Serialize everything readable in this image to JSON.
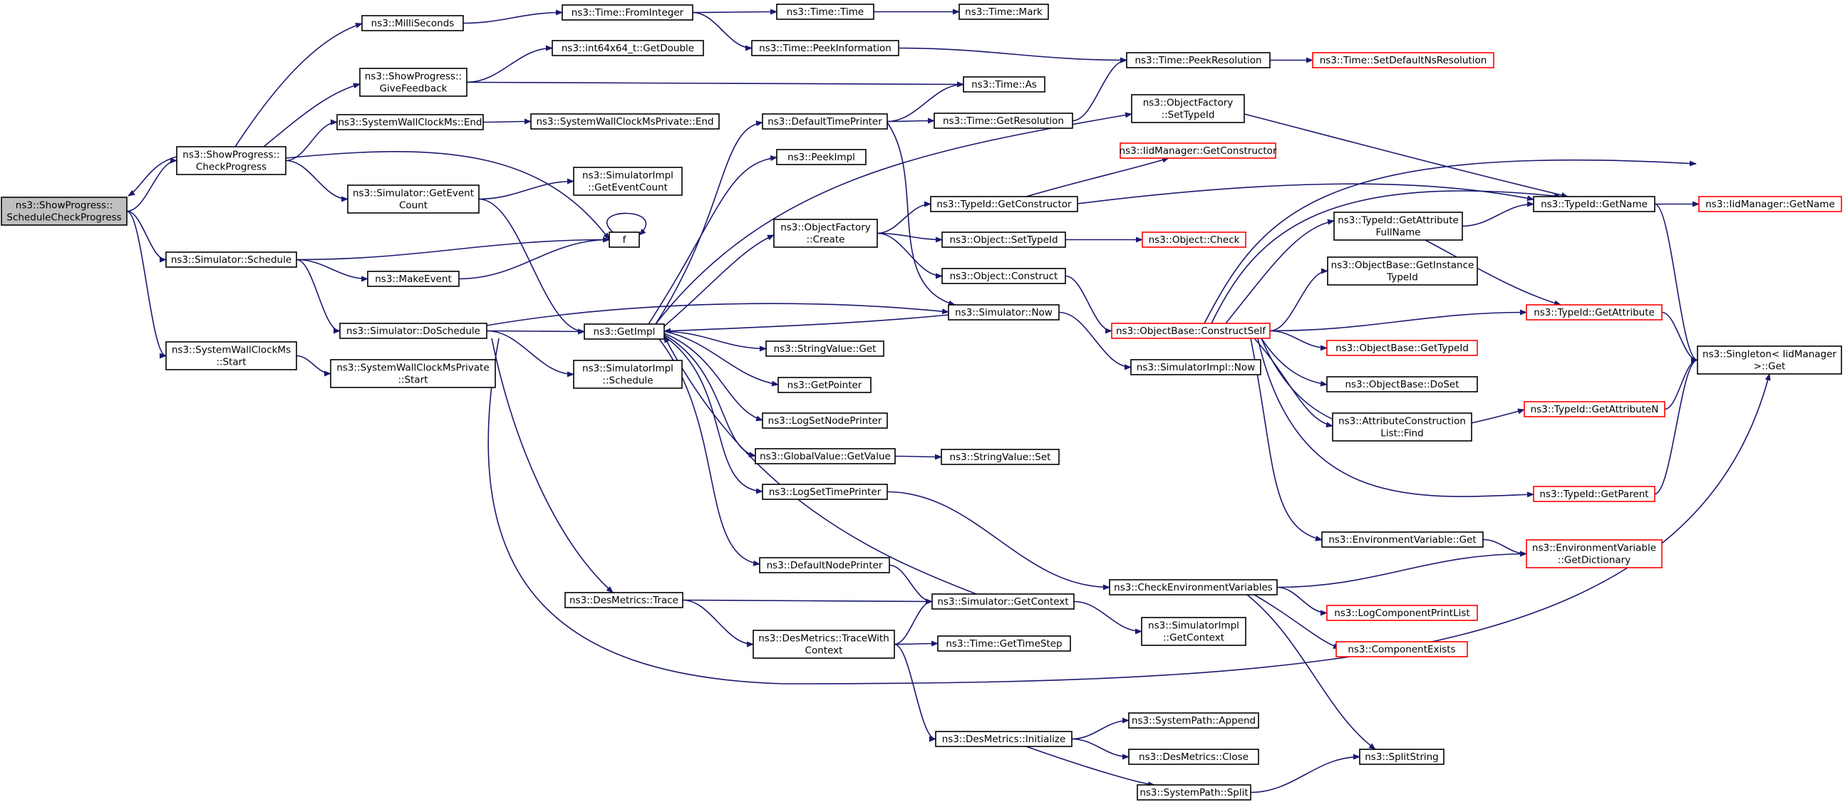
{
  "colors": {
    "edge": "#191970",
    "node_border": "#000000",
    "root_fill": "#bfbfbf",
    "missing_border": "#ff0000",
    "background": "#ffffff"
  },
  "diagram": {
    "nodes": [
      {
        "id": "root",
        "lines": [
          "ns3::ShowProgress::",
          "ScheduleCheckProgress"
        ],
        "style": "root"
      },
      {
        "id": "checkprogress",
        "lines": [
          "ns3::ShowProgress::",
          "CheckProgress"
        ],
        "style": "normal"
      },
      {
        "id": "sim_schedule",
        "lines": [
          "ns3::Simulator::Schedule"
        ],
        "style": "normal"
      },
      {
        "id": "swcm_start",
        "lines": [
          "ns3::SystemWallClockMs",
          "::Start"
        ],
        "style": "normal"
      },
      {
        "id": "milliseconds",
        "lines": [
          "ns3::MilliSeconds"
        ],
        "style": "normal"
      },
      {
        "id": "givefeedback",
        "lines": [
          "ns3::ShowProgress::",
          "GiveFeedback"
        ],
        "style": "normal"
      },
      {
        "id": "swcm_end",
        "lines": [
          "ns3::SystemWallClockMs::End"
        ],
        "style": "normal"
      },
      {
        "id": "geteventcount",
        "lines": [
          "ns3::Simulator::GetEvent",
          "Count"
        ],
        "style": "normal"
      },
      {
        "id": "makeevent",
        "lines": [
          "ns3::MakeEvent"
        ],
        "style": "normal"
      },
      {
        "id": "doschedule",
        "lines": [
          "ns3::Simulator::DoSchedule"
        ],
        "style": "normal"
      },
      {
        "id": "swcmp_start",
        "lines": [
          "ns3::SystemWallClockMsPrivate",
          "::Start"
        ],
        "style": "normal"
      },
      {
        "id": "frominteger",
        "lines": [
          "ns3::Time::FromInteger"
        ],
        "style": "normal"
      },
      {
        "id": "getdouble",
        "lines": [
          "ns3::int64x64_t::GetDouble"
        ],
        "style": "normal"
      },
      {
        "id": "swcmp_end",
        "lines": [
          "ns3::SystemWallClockMsPrivate::End"
        ],
        "style": "normal"
      },
      {
        "id": "simimpl_geteventcount",
        "lines": [
          "ns3::SimulatorImpl",
          "::GetEventCount"
        ],
        "style": "normal"
      },
      {
        "id": "f",
        "lines": [
          "f"
        ],
        "style": "normal"
      },
      {
        "id": "getimpl",
        "lines": [
          "ns3::GetImpl"
        ],
        "style": "normal"
      },
      {
        "id": "simimpl_schedule",
        "lines": [
          "ns3::SimulatorImpl",
          "::Schedule"
        ],
        "style": "normal"
      },
      {
        "id": "desmetrics_trace",
        "lines": [
          "ns3::DesMetrics::Trace"
        ],
        "style": "normal"
      },
      {
        "id": "time_time",
        "lines": [
          "ns3::Time::Time"
        ],
        "style": "normal"
      },
      {
        "id": "peekinformation",
        "lines": [
          "ns3::Time::PeekInformation"
        ],
        "style": "normal"
      },
      {
        "id": "defaulttimeprinter",
        "lines": [
          "ns3::DefaultTimePrinter"
        ],
        "style": "normal"
      },
      {
        "id": "peekimpl",
        "lines": [
          "ns3::PeekImpl"
        ],
        "style": "normal"
      },
      {
        "id": "objectfactory_create",
        "lines": [
          "ns3::ObjectFactory",
          "::Create"
        ],
        "style": "normal"
      },
      {
        "id": "stringvalue_get",
        "lines": [
          "ns3::StringValue::Get"
        ],
        "style": "normal"
      },
      {
        "id": "getpointer",
        "lines": [
          "ns3::GetPointer"
        ],
        "style": "normal"
      },
      {
        "id": "logsetnodeprinter",
        "lines": [
          "ns3::LogSetNodePrinter"
        ],
        "style": "normal"
      },
      {
        "id": "globalvalue_getvalue",
        "lines": [
          "ns3::GlobalValue::GetValue"
        ],
        "style": "normal"
      },
      {
        "id": "logsettimeprinter",
        "lines": [
          "ns3::LogSetTimePrinter"
        ],
        "style": "normal"
      },
      {
        "id": "defaultnodeprinter",
        "lines": [
          "ns3::DefaultNodePrinter"
        ],
        "style": "normal"
      },
      {
        "id": "tracewithcontext",
        "lines": [
          "ns3::DesMetrics::TraceWith",
          "Context"
        ],
        "style": "normal"
      },
      {
        "id": "time_mark",
        "lines": [
          "ns3::Time::Mark"
        ],
        "style": "normal"
      },
      {
        "id": "time_as",
        "lines": [
          "ns3::Time::As"
        ],
        "style": "normal"
      },
      {
        "id": "time_getresolution",
        "lines": [
          "ns3::Time::GetResolution"
        ],
        "style": "normal"
      },
      {
        "id": "typeid_getconstructor",
        "lines": [
          "ns3::TypeId::GetConstructor"
        ],
        "style": "normal"
      },
      {
        "id": "object_settypeid",
        "lines": [
          "ns3::Object::SetTypeId"
        ],
        "style": "normal"
      },
      {
        "id": "object_construct",
        "lines": [
          "ns3::Object::Construct"
        ],
        "style": "normal"
      },
      {
        "id": "simulator_now",
        "lines": [
          "ns3::Simulator::Now"
        ],
        "style": "normal"
      },
      {
        "id": "stringvalue_set",
        "lines": [
          "ns3::StringValue::Set"
        ],
        "style": "normal"
      },
      {
        "id": "getcontext",
        "lines": [
          "ns3::Simulator::GetContext"
        ],
        "style": "normal"
      },
      {
        "id": "gettimestep",
        "lines": [
          "ns3::Time::GetTimeStep"
        ],
        "style": "normal"
      },
      {
        "id": "desmetrics_initialize",
        "lines": [
          "ns3::DesMetrics::Initialize"
        ],
        "style": "normal"
      },
      {
        "id": "peekresolution",
        "lines": [
          "ns3::Time::PeekResolution"
        ],
        "style": "normal"
      },
      {
        "id": "setdefaultnsresolution",
        "lines": [
          "ns3::Time::SetDefaultNsResolution"
        ],
        "style": "missing"
      },
      {
        "id": "objectfactory_settypeid",
        "lines": [
          "ns3::ObjectFactory",
          "::SetTypeId"
        ],
        "style": "normal"
      },
      {
        "id": "iidmanager_getconstructor",
        "lines": [
          "ns3::IidManager::GetConstructor"
        ],
        "style": "missing"
      },
      {
        "id": "object_check",
        "lines": [
          "ns3::Object::Check"
        ],
        "style": "missing"
      },
      {
        "id": "constructself",
        "lines": [
          "ns3::ObjectBase::ConstructSelf"
        ],
        "style": "missing"
      },
      {
        "id": "simimpl_now",
        "lines": [
          "ns3::SimulatorImpl::Now"
        ],
        "style": "normal"
      },
      {
        "id": "checkenvvars",
        "lines": [
          "ns3::CheckEnvironmentVariables"
        ],
        "style": "normal"
      },
      {
        "id": "simimpl_getcontext",
        "lines": [
          "ns3::SimulatorImpl",
          "::GetContext"
        ],
        "style": "normal"
      },
      {
        "id": "systempath_append",
        "lines": [
          "ns3::SystemPath::Append"
        ],
        "style": "normal"
      },
      {
        "id": "desmetrics_close",
        "lines": [
          "ns3::DesMetrics::Close"
        ],
        "style": "normal"
      },
      {
        "id": "systempath_split",
        "lines": [
          "ns3::SystemPath::Split"
        ],
        "style": "normal"
      },
      {
        "id": "getattributefullname",
        "lines": [
          "ns3::TypeId::GetAttribute",
          "FullName"
        ],
        "style": "normal"
      },
      {
        "id": "getinstancetypeid",
        "lines": [
          "ns3::ObjectBase::GetInstance",
          "TypeId"
        ],
        "style": "normal"
      },
      {
        "id": "objectbase_gettypeid",
        "lines": [
          "ns3::ObjectBase::GetTypeId"
        ],
        "style": "missing"
      },
      {
        "id": "objectbase_doset",
        "lines": [
          "ns3::ObjectBase::DoSet"
        ],
        "style": "normal"
      },
      {
        "id": "attrconstrlist_find",
        "lines": [
          "ns3::AttributeConstruction",
          "List::Find"
        ],
        "style": "normal"
      },
      {
        "id": "envvar_get",
        "lines": [
          "ns3::EnvironmentVariable::Get"
        ],
        "style": "normal"
      },
      {
        "id": "logcomponentprintlist",
        "lines": [
          "ns3::LogComponentPrintList"
        ],
        "style": "missing"
      },
      {
        "id": "componentexists",
        "lines": [
          "ns3::ComponentExists"
        ],
        "style": "missing"
      },
      {
        "id": "splitstring",
        "lines": [
          "ns3::SplitString"
        ],
        "style": "normal"
      },
      {
        "id": "typeid_getname",
        "lines": [
          "ns3::TypeId::GetName"
        ],
        "style": "normal"
      },
      {
        "id": "typeid_getattribute",
        "lines": [
          "ns3::TypeId::GetAttribute"
        ],
        "style": "missing"
      },
      {
        "id": "typeid_getattributen",
        "lines": [
          "ns3::TypeId::GetAttributeN"
        ],
        "style": "missing"
      },
      {
        "id": "typeid_getparent",
        "lines": [
          "ns3::TypeId::GetParent"
        ],
        "style": "missing"
      },
      {
        "id": "envvar_getdictionary",
        "lines": [
          "ns3::EnvironmentVariable",
          "::GetDictionary"
        ],
        "style": "missing"
      },
      {
        "id": "iidmanager_getname",
        "lines": [
          "ns3::IidManager::GetName"
        ],
        "style": "missing"
      },
      {
        "id": "singleton_get",
        "lines": [
          "ns3::Singleton< IidManager",
          " >::Get"
        ],
        "style": "normal"
      }
    ],
    "edges": [
      [
        "root",
        "checkprogress"
      ],
      [
        "root",
        "sim_schedule"
      ],
      [
        "root",
        "swcm_start"
      ],
      [
        "checkprogress",
        "root"
      ],
      [
        "checkprogress",
        "milliseconds"
      ],
      [
        "checkprogress",
        "givefeedback"
      ],
      [
        "checkprogress",
        "swcm_end"
      ],
      [
        "checkprogress",
        "geteventcount"
      ],
      [
        "checkprogress",
        "f"
      ],
      [
        "sim_schedule",
        "f"
      ],
      [
        "sim_schedule",
        "makeevent"
      ],
      [
        "sim_schedule",
        "doschedule"
      ],
      [
        "swcm_start",
        "swcmp_start"
      ],
      [
        "milliseconds",
        "frominteger"
      ],
      [
        "givefeedback",
        "getdouble"
      ],
      [
        "givefeedback",
        "time_as"
      ],
      [
        "swcm_end",
        "swcmp_end"
      ],
      [
        "geteventcount",
        "simimpl_geteventcount"
      ],
      [
        "geteventcount",
        "getimpl"
      ],
      [
        "makeevent",
        "f"
      ],
      [
        "f",
        "f"
      ],
      [
        "doschedule",
        "simulator_now"
      ],
      [
        "doschedule",
        "getimpl"
      ],
      [
        "doschedule",
        "simimpl_schedule"
      ],
      [
        "doschedule",
        "desmetrics_trace"
      ],
      [
        "doschedule",
        "singleton_get"
      ],
      [
        "frominteger",
        "time_time"
      ],
      [
        "frominteger",
        "peekinformation"
      ],
      [
        "time_time",
        "time_mark"
      ],
      [
        "peekinformation",
        "peekresolution"
      ],
      [
        "peekresolution",
        "setdefaultnsresolution"
      ],
      [
        "getimpl",
        "defaulttimeprinter"
      ],
      [
        "getimpl",
        "peekimpl"
      ],
      [
        "getimpl",
        "objectfactory_create"
      ],
      [
        "getimpl",
        "stringvalue_get"
      ],
      [
        "getimpl",
        "getpointer"
      ],
      [
        "getimpl",
        "logsetnodeprinter"
      ],
      [
        "getimpl",
        "globalvalue_getvalue"
      ],
      [
        "getimpl",
        "logsettimeprinter"
      ],
      [
        "getimpl",
        "defaultnodeprinter"
      ],
      [
        "getimpl",
        "objectfactory_settypeid"
      ],
      [
        "defaulttimeprinter",
        "time_as"
      ],
      [
        "defaulttimeprinter",
        "time_getresolution"
      ],
      [
        "defaulttimeprinter",
        "simulator_now"
      ],
      [
        "time_getresolution",
        "peekresolution"
      ],
      [
        "objectfactory_create",
        "typeid_getconstructor"
      ],
      [
        "objectfactory_create",
        "object_settypeid"
      ],
      [
        "objectfactory_create",
        "object_construct"
      ],
      [
        "typeid_getconstructor",
        "iidmanager_getconstructor"
      ],
      [
        "typeid_getconstructor",
        "typeid_getname"
      ],
      [
        "object_settypeid",
        "object_check"
      ],
      [
        "object_construct",
        "constructself"
      ],
      [
        "simulator_now",
        "getimpl"
      ],
      [
        "simulator_now",
        "simimpl_now"
      ],
      [
        "globalvalue_getvalue",
        "stringvalue_set"
      ],
      [
        "logsettimeprinter",
        "checkenvvars"
      ],
      [
        "defaultnodeprinter",
        "getcontext"
      ],
      [
        "getcontext",
        "getimpl"
      ],
      [
        "getcontext",
        "simimpl_getcontext"
      ],
      [
        "desmetrics_trace",
        "getcontext"
      ],
      [
        "desmetrics_trace",
        "tracewithcontext"
      ],
      [
        "tracewithcontext",
        "getcontext"
      ],
      [
        "tracewithcontext",
        "gettimestep"
      ],
      [
        "tracewithcontext",
        "desmetrics_initialize"
      ],
      [
        "desmetrics_initialize",
        "systempath_append"
      ],
      [
        "desmetrics_initialize",
        "desmetrics_close"
      ],
      [
        "desmetrics_initialize",
        "systempath_split"
      ],
      [
        "systempath_split",
        "splitstring"
      ],
      [
        "objectfactory_settypeid",
        "typeid_getname"
      ],
      [
        "constructself",
        "getattributefullname"
      ],
      [
        "constructself",
        "getinstancetypeid"
      ],
      [
        "constructself",
        "typeid_getattribute"
      ],
      [
        "constructself",
        "objectbase_gettypeid"
      ],
      [
        "constructself",
        "objectbase_doset"
      ],
      [
        "constructself",
        "attrconstrlist_find"
      ],
      [
        "constructself",
        "typeid_getattributen"
      ],
      [
        "constructself",
        "typeid_getparent"
      ],
      [
        "constructself",
        "envvar_get"
      ],
      [
        "constructself",
        "typeid_getname"
      ],
      [
        "constructself",
        "singleton_get"
      ],
      [
        "getattributefullname",
        "typeid_getname"
      ],
      [
        "getattributefullname",
        "typeid_getattribute"
      ],
      [
        "typeid_getname",
        "iidmanager_getname"
      ],
      [
        "typeid_getname",
        "singleton_get"
      ],
      [
        "typeid_getattribute",
        "singleton_get"
      ],
      [
        "typeid_getattributen",
        "singleton_get"
      ],
      [
        "typeid_getparent",
        "singleton_get"
      ],
      [
        "envvar_get",
        "envvar_getdictionary"
      ],
      [
        "checkenvvars",
        "envvar_getdictionary"
      ],
      [
        "checkenvvars",
        "logcomponentprintlist"
      ],
      [
        "checkenvvars",
        "componentexists"
      ],
      [
        "checkenvvars",
        "splitstring"
      ]
    ]
  }
}
